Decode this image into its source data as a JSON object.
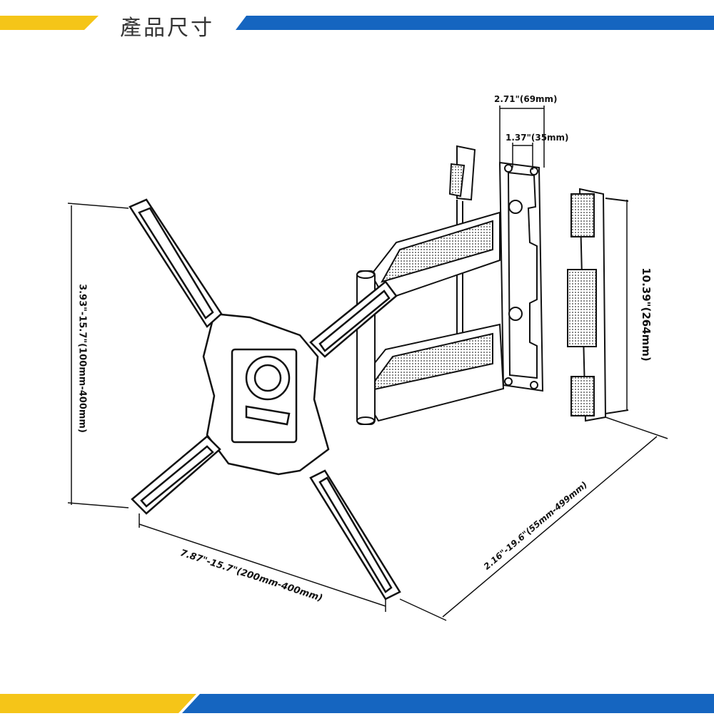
{
  "header": {
    "title": "產品尺寸",
    "color_yellow": "#F5C518",
    "color_blue": "#1565C0"
  },
  "dimensions": {
    "depth_total": "2.71\"(69mm)",
    "depth_inner": "1.37\"(35mm)",
    "wall_plate_height": "10.39\"(264mm)",
    "vesa_vertical": "3.93\"-15.7\"(100mm-400mm)",
    "vesa_horizontal": "7.87\"-15.7\"(200mm-400mm)",
    "extension": "2.16\"-19.6\"(55mm-499mm)"
  }
}
